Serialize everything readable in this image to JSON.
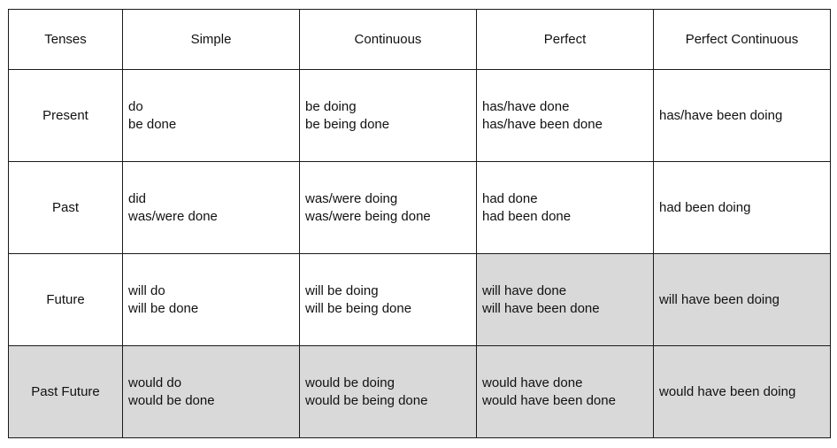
{
  "headers": [
    "Tenses",
    "Simple",
    "Continuous",
    "Perfect",
    "Perfect Continuous"
  ],
  "rows": [
    {
      "label": "Present",
      "cells": [
        [
          "do",
          "be done"
        ],
        [
          "be doing",
          "be being done"
        ],
        [
          "has/have done",
          "has/have been done"
        ],
        [
          "has/have been doing",
          ""
        ]
      ]
    },
    {
      "label": "Past",
      "cells": [
        [
          "did",
          "was/were done"
        ],
        [
          "was/were doing",
          "was/were being done"
        ],
        [
          "had done",
          "had been done"
        ],
        [
          "had been doing",
          ""
        ]
      ]
    },
    {
      "label": "Future",
      "cells": [
        [
          "will do",
          "will be done"
        ],
        [
          "will be doing",
          "will be being done"
        ],
        [
          "will have done",
          "will have been done"
        ],
        [
          "will have been doing",
          ""
        ]
      ]
    },
    {
      "label": "Past Future",
      "cells": [
        [
          "would do",
          "would be done"
        ],
        [
          "would be doing",
          "would be being done"
        ],
        [
          "would have done",
          "would have been done"
        ],
        [
          "would have been doing",
          ""
        ]
      ]
    }
  ],
  "colors": {
    "shaded_fill": "#d9d9d9",
    "border": "#1a1a1a"
  }
}
